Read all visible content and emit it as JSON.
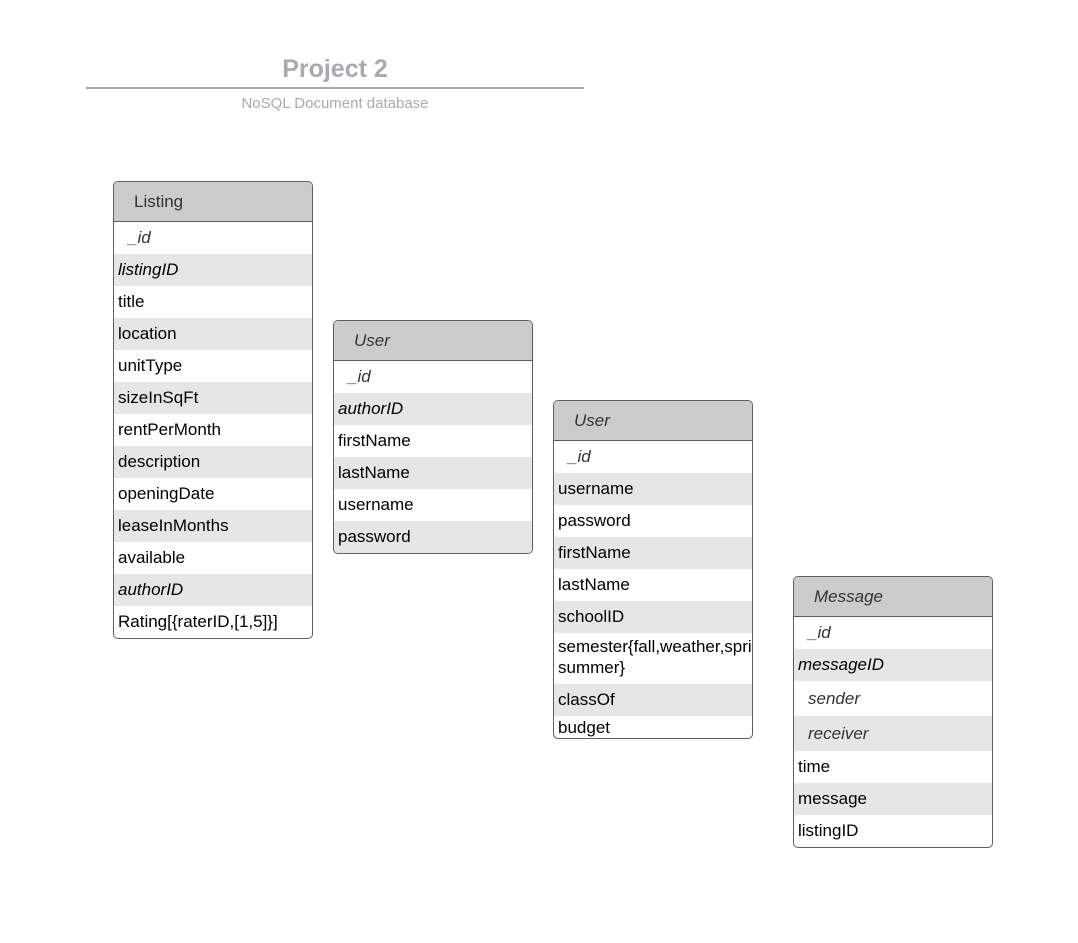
{
  "header": {
    "title": "Project 2",
    "subtitle": "NoSQL Document database"
  },
  "entities": [
    {
      "name": "Listing",
      "fields": [
        "_id",
        "listingID",
        "title",
        "location",
        "unitType",
        "sizeInSqFt",
        "rentPerMonth",
        "description",
        "openingDate",
        "leaseInMonths",
        "available",
        "authorID",
        "Rating[{raterID,[1,5]}]"
      ]
    },
    {
      "name": "User",
      "fields": [
        "_id",
        "authorID",
        "firstName",
        "lastName",
        "username",
        "password"
      ]
    },
    {
      "name": "User",
      "fields": [
        "_id",
        "username",
        "password",
        "firstName",
        "lastName",
        "schoolID",
        "semester{fall,weather,spring,",
        "summer}",
        "classOf",
        "budget"
      ]
    },
    {
      "name": "Message",
      "fields": [
        "_id",
        "messageID",
        "sender",
        "receiver",
        "time",
        "message",
        "listingID"
      ]
    }
  ]
}
